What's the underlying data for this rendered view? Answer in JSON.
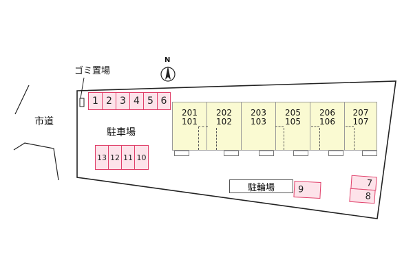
{
  "garbage_label": "ゴミ置場",
  "road_label": "市道",
  "parking_label": "駐車場",
  "bicycle_label": "駐輪場",
  "compass_label": "N",
  "parking_top": [
    "1",
    "2",
    "3",
    "4",
    "5",
    "6"
  ],
  "parking_bottom": [
    "13",
    "12",
    "11",
    "10"
  ],
  "parking_bike_side": "9",
  "parking_right": [
    "7",
    "8"
  ],
  "units": [
    {
      "upper": "201",
      "lower": "101"
    },
    {
      "upper": "202",
      "lower": "102"
    },
    {
      "upper": "203",
      "lower": "103"
    },
    {
      "upper": "205",
      "lower": "105"
    },
    {
      "upper": "206",
      "lower": "106"
    },
    {
      "upper": "207",
      "lower": "107"
    }
  ],
  "colors": {
    "slot_fill": "#fde3ea",
    "slot_border": "#e0406a",
    "building_fill": "#fafad2"
  }
}
